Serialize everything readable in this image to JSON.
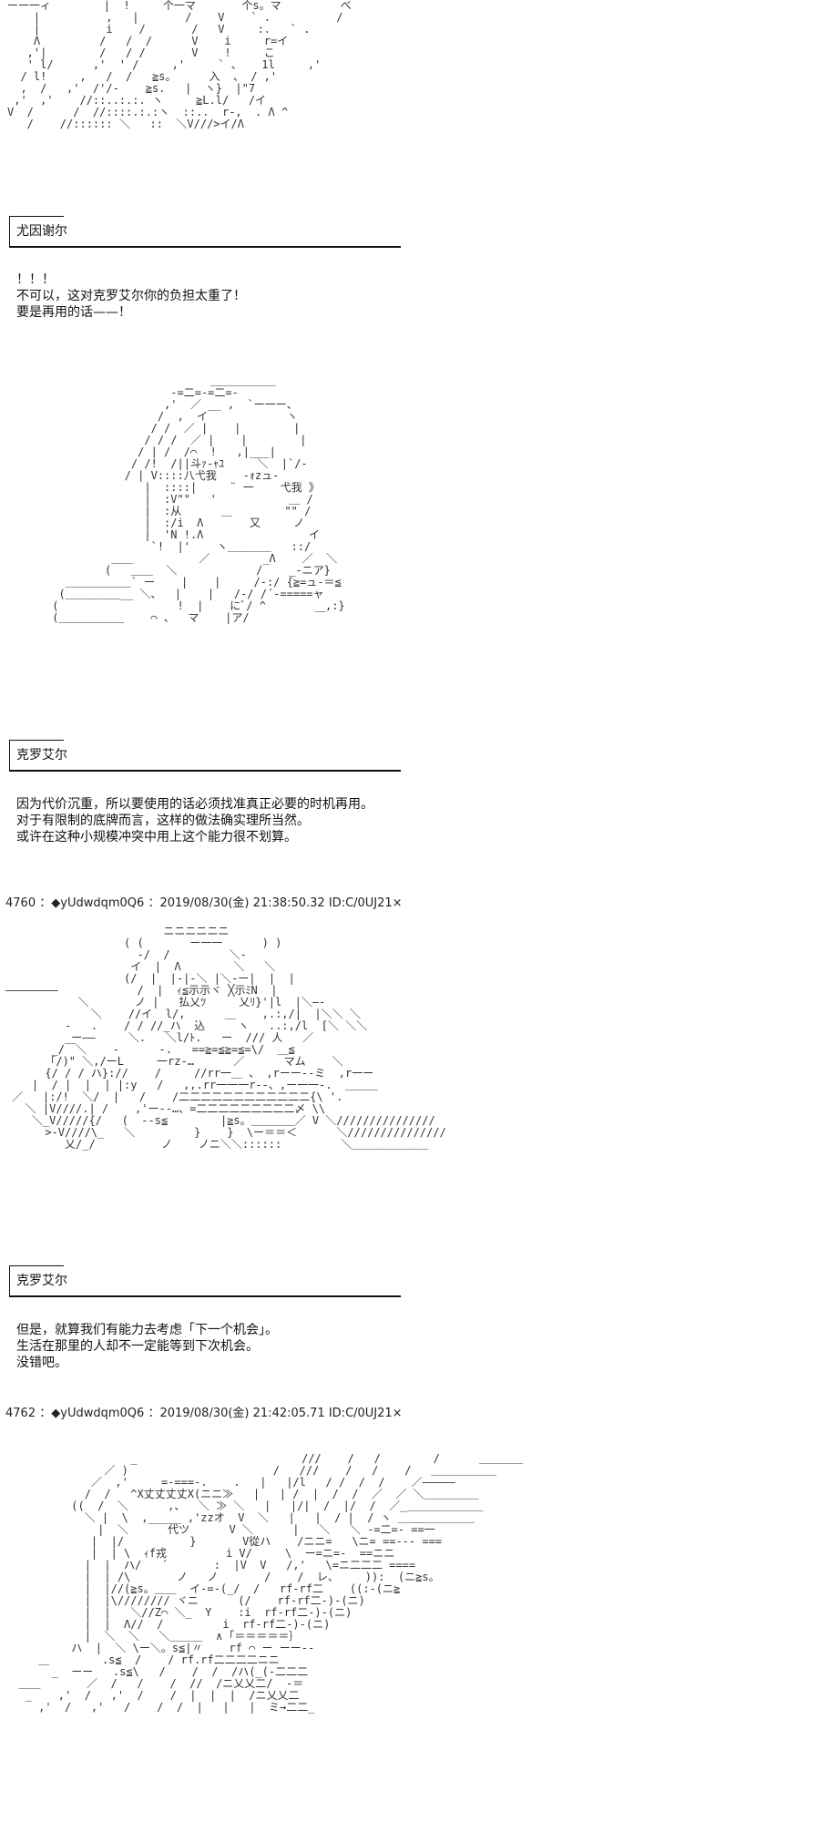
{
  "aa_blocks": [
    "ーー一ィ        |  !     个一マ       个s。マ         べ\n    |          ,   |       /    V    ` .          /\n    |          i    /       /   V     :.   ` .\n    Λ         /   /  /      V    i     r=イ\n   ,'|        /   / /       V    !     こ\n   ' l/      ,'  ' /     ,'     ` 、   1l     ,'\n  / l!     ,   /  /   ≧s。     入  、 / ,'\n  ,  /   ,'  /'/‐    ≧s.   |  ヽ}  |\"7\n ,'  ,'    //::..:.:. ヽ     ≧L.l/   /イ\nV  /      /  //::::.:.:ヽ  ::..  r‐,  . Λ ^\n   /    //:::::: ＼   ::  ＼V///>イ/Λ",
    "                         ＿＿＿＿＿＿\n                   -=二=-=二=-\n                  ,'  ／ __ ,  `ー一ー、\n                 /  ,  イ            ヽ\n                / /  ／ |    |        |\n               / / /  ／ |    |        |\n              / | /  /⌒  !   ,|___|\n             / /!  /||斗ｧ‐ｬﾕ     ＼  |`/‐\n            / | V::::八弋我    -ｫzュ-\n               |  ::::|     ¨ 一    弋我 》\n               |  :V\"\"   '           ＿ /\n               |  :从      ＿        \"\" /\n               |  :/i  Λ       又     ノ\n               |  'N !.Λ                イ\n                `!  |'    ヽ＿＿＿＿   ::/\n          ＿＿          ／        _Λ    ／  ＼\n         (   ＿＿  ＼            /    _-ニア}\n   ＿＿＿＿＿＿` ー    |    |     /-:/ {≧=ュ-＝≦\n  (＿＿＿＿＿__ ＼、  |    |   /-/ /´-=====ャ\n (                  !  |    にﾞ/ ^         ,:}\n (＿＿＿＿＿＿    ⌒ 、  マ    |ア/          ￣",
    "                        ニニニニニニ\n                  ( (       ー一一      ) )\n                    -/  /         ＼-\n                   イ  |  Λ        ＼   ＼\n                  (/  |  |-|-＼ |＼-ー|  |  |\n————————            /  |  ｨ≦示示ヾ ╳示ﾐN  |\n           ＼       ノ |   払乂ﾂ     乂ﾘ}'|l  |＼—-\n             ＼    //イ  l/,      ＿    ,.:,/|  |＼＼ ＼\n         -   .    / / //_ハ  込     ヽ   ..:,/l  [＼ ＼＼\n          ー——     ＼.   ＼l/ﾄ.   ー  /// 人   ／\n       _/￣＼    -      -.   ==≧=≦≧=≦=\\/  ＿≦\n      「/)\" ＼,/ーL     一rz-…      ／      マム    ＼\n      {/ / / ハ}://    /     //rr一＿ 、 ,rーー--ミ  ,r一ー\n    |  / |  |  | |:y   /   ,,.rr一一一r--、,ー一一-.  ＿＿＿\n ／   |:/!  ＼/  |   /    /二二二二二二二二二二二二{\\ '.\n   ＼ |V////.| /    ,'ー--…、=二二二二二二二二二〆 \\\\\n    ＼_V/////{/   (  --s≦        |≧s。＿＿＿＿／ V ＼///////////////\n      >-V////\\_   ＼         }    }  \\ー＝＝＜      ＼///////////////\n         乂/_/          ノ    ノニ＼＼::::::         ＼＿＿＿＿＿＿＿",
    "                   _                         ///    /   /        /      ＿＿＿＿\n               ／ )                      /   ///    /   /    /   ＿＿＿＿＿＿\n             ／  ,'     =-===-.    .   |   |/l   / /  /  /    ／—————\n            /  /   ^X丈丈丈丈X(ニニ≫   |   | /  |  /  /  ／  ／ ＼＿＿＿＿＿\n          ((  /  ＼      ,、  ＼ ≫ ＼   |   |/|  /  |/  /  ／_＿＿＿＿＿＿＿\n            ＼ |  \\  ,_____ ,'zzオ  V  ＼   |   |  / |  / ヽ ＿＿＿＿＿＿＿\n              |  ＼      代ツ      V ＼      |   ＼   ＼ -=二=- ==一\n             |  |/          }       V從ハ    /ニニ=   \\ニ= ==--- ===\n             |  | \\  ｨf戎         i V/     \\  ー=ニ=-  ==ニニ\n            |  |  ハ/   ´       :  |V  V   /,'   \\=ニ二二二 ====\n            |  | /\\       ノ   ノ       /    /  レ、    )):  (ニ≧s。\n            |  |//(≧s。＿＿  イ-=-(_/  /   rf-rf二    ((:-(ニ≧\n            |  |\\//////// ヾニ      (/    rf-rf二-)-(ニ)\n            |  |   ＼//Z⌒ ＼_  Y    :i  rf-rf二-)-(ニ)\n            |  |  Λ//  /         i  rf-rf二-)-(ニ)\n            |  ＼  ＼   ＼＿＿＿  ∧ ｢＝＝＝＝＝｝\n          ハ  |  ＼ \\ー＼。s≦|〃    rf ⌒ ー ーー--\n     ＿        .s≦  /    / rf.rf二二二二ニニ\n       _  ーー   .s≦\\   /    /  /  /ハ(_(-二二二\n  ＿＿       ／  /   /    /  //  /ニ乂乂二/  -＝\n   _    ,'  /   ,'  /    /  |  |  |  /ニ乂乂二\n     ,'  /   ,'   /    /  /  |   |   |  ミ→二二_"
  ],
  "posts": [
    {
      "number": "4760",
      "separator": "：",
      "trip": "◆yUdwdqm0Q6",
      "date": "：2019/08/30(金) 21:38:50.32",
      "id": "ID:C/0UJ21×"
    },
    {
      "number": "4762",
      "separator": "：",
      "trip": "◆yUdwdqm0Q6",
      "date": "：2019/08/30(金) 21:42:05.71",
      "id": "ID:C/0UJ21×"
    }
  ],
  "speakers": [
    {
      "name": "尤因谢尔"
    },
    {
      "name": "克罗艾尔"
    },
    {
      "name": "克罗艾尔"
    }
  ],
  "dialogues": [
    {
      "lines": [
        "！！！",
        "不可以，这对克罗艾尔你的负担太重了！",
        "要是再用的话——！"
      ]
    },
    {
      "lines": [
        "因为代价沉重，所以要使用的话必须找准真正必要的时机再用。",
        "对于有限制的底牌而言，这样的做法确实理所当然。",
        "或许在这种小规模冲突中用上这个能力很不划算。"
      ]
    },
    {
      "lines": [
        "但是，就算我们有能力去考虑「下一个机会」。",
        "生活在那里的人却不一定能等到下次机会。",
        "没错吧。"
      ]
    }
  ]
}
